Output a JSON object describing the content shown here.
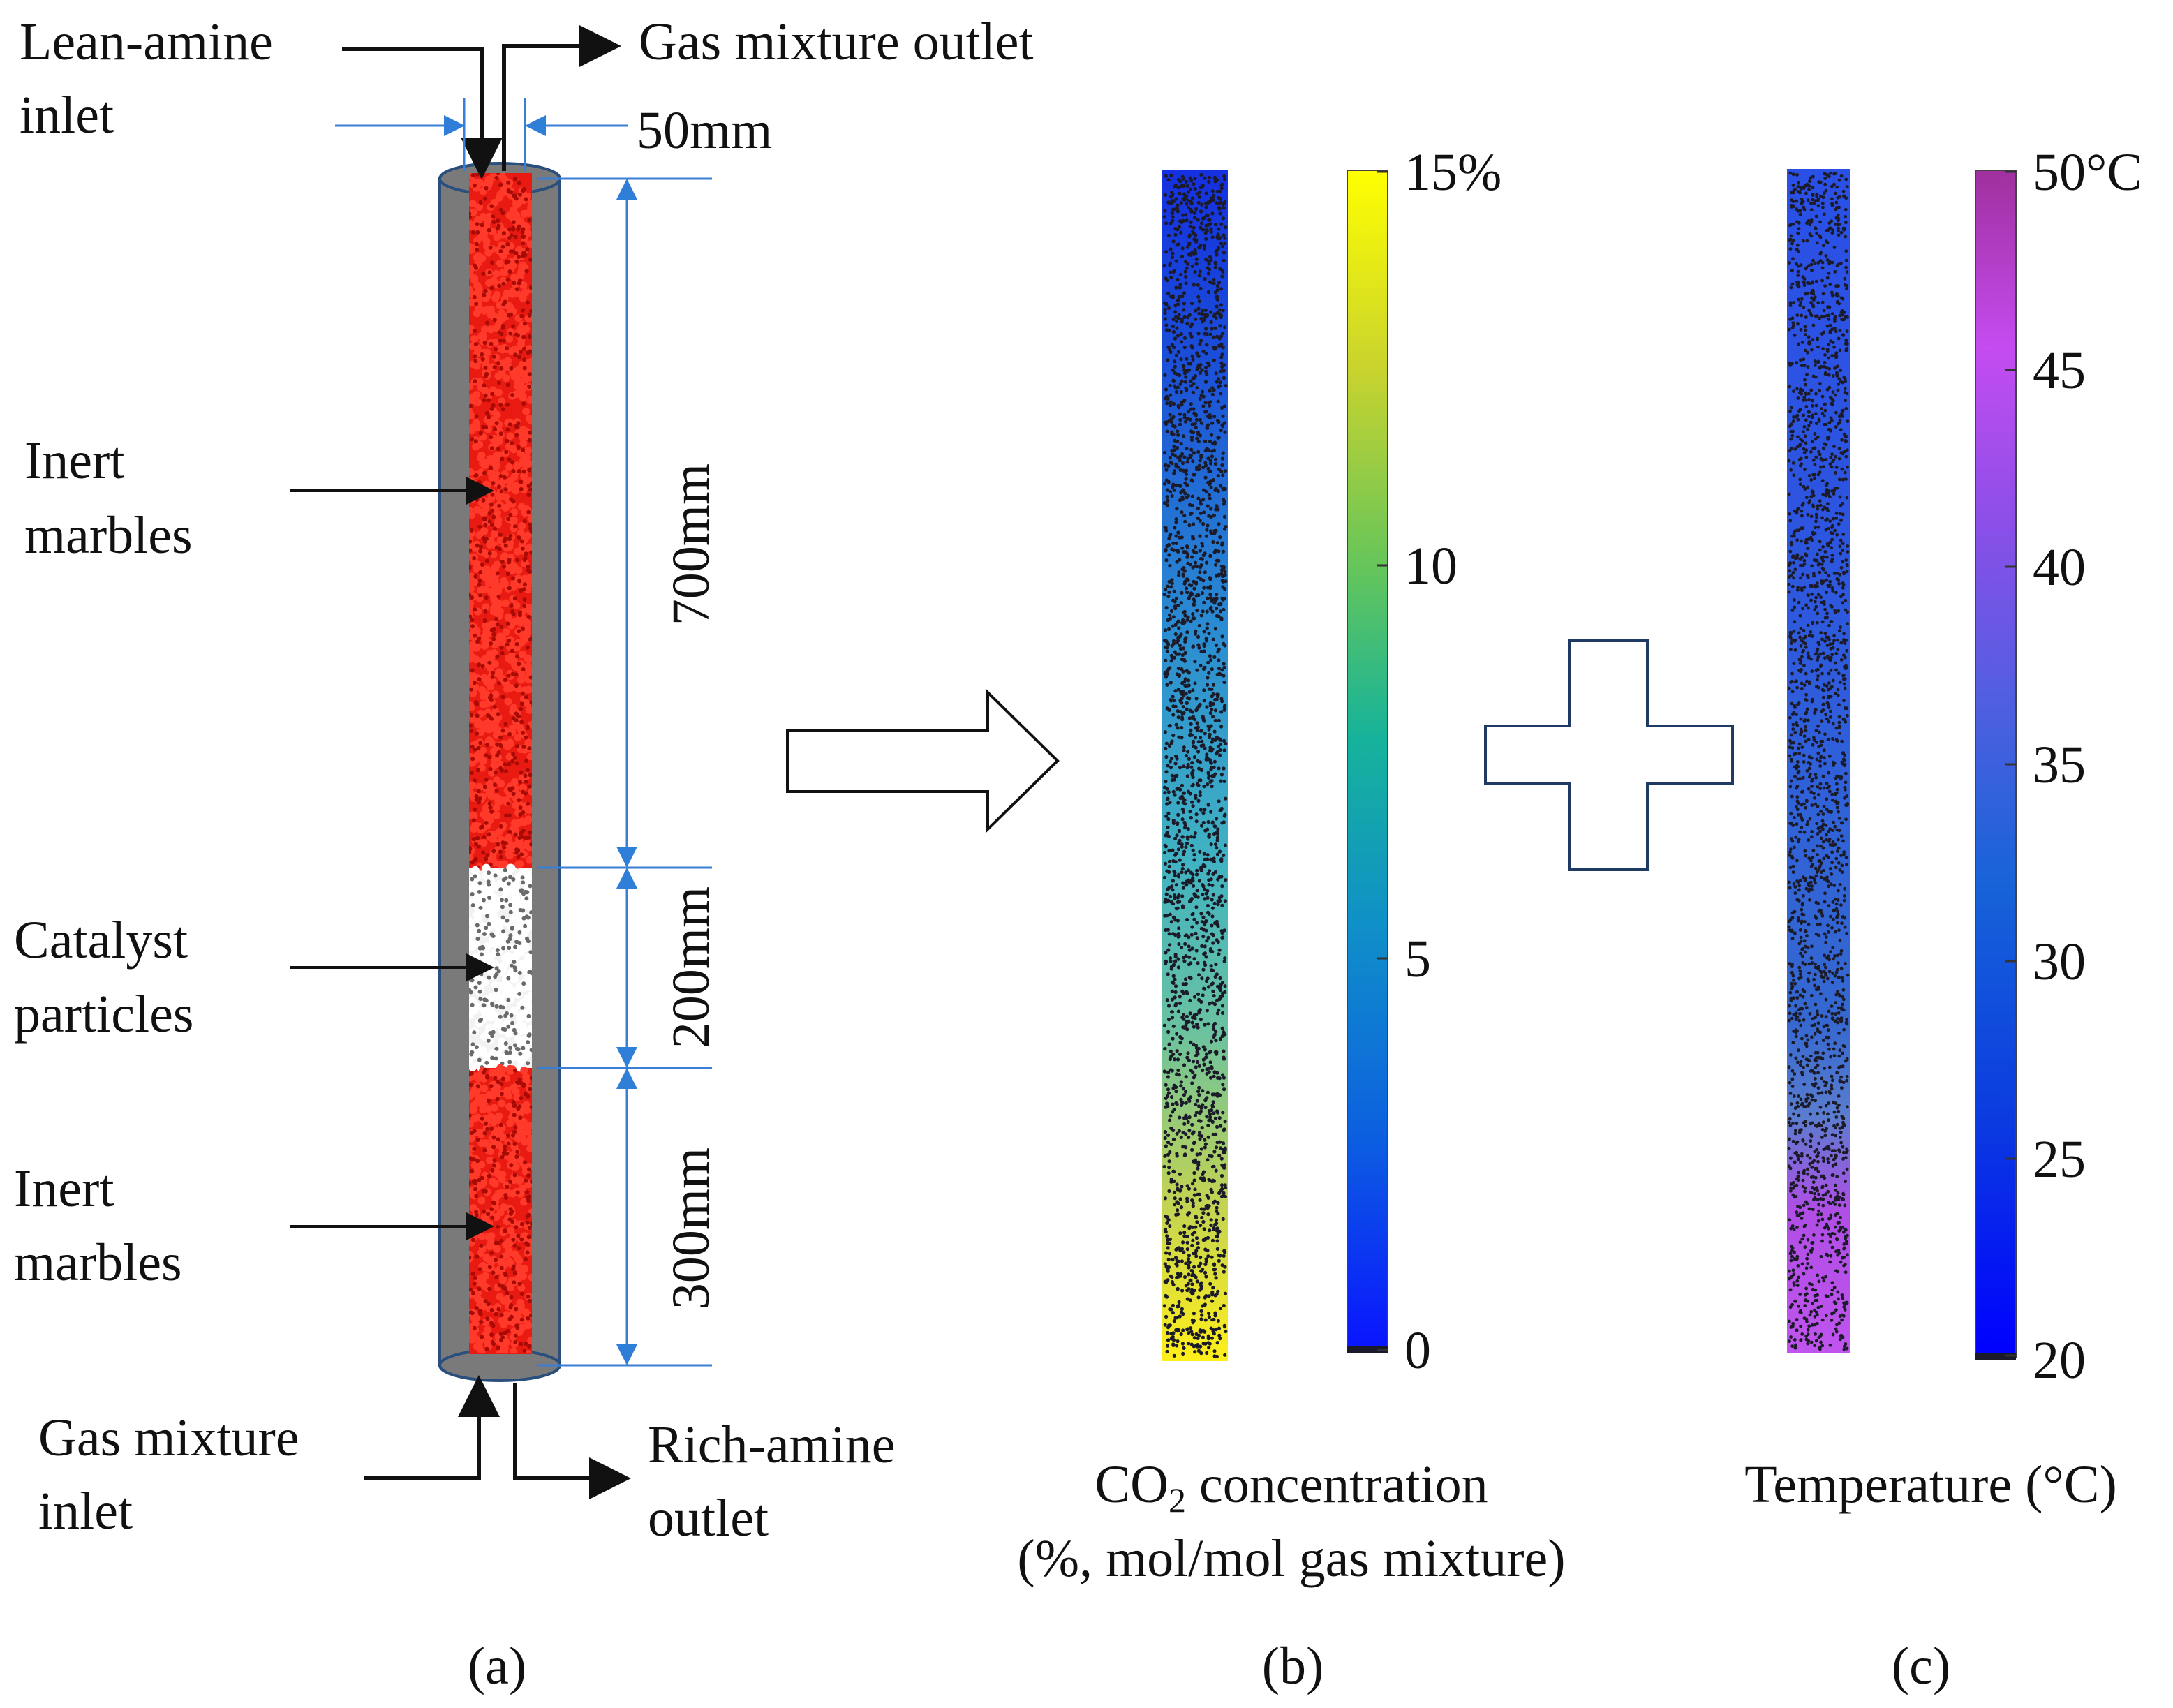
{
  "panel_a": {
    "labels": {
      "lean_inlet": [
        "Lean-amine",
        "inlet"
      ],
      "gas_outlet": "Gas mixture outlet",
      "diameter": "50mm",
      "inert_top": [
        "Inert",
        "marbles"
      ],
      "catalyst": [
        "Catalyst",
        "particles"
      ],
      "inert_bottom": [
        "Inert",
        "marbles"
      ],
      "gas_inlet": [
        "Gas mixture",
        "inlet"
      ],
      "rich_outlet": [
        "Rich-amine",
        "outlet"
      ],
      "dim_top": "700mm",
      "dim_mid": "200mm",
      "dim_bottom": "300mm"
    },
    "caption": "(a)",
    "colors": {
      "tube": "#7a7a7a",
      "inert": "#e81a12",
      "catalyst": "#f2f2f2",
      "dimension": "#3a7fd5"
    }
  },
  "panel_b": {
    "colorbar_ticks": [
      "15%",
      "10",
      "5",
      "0"
    ],
    "colorbar_values": [
      15,
      10,
      5,
      0
    ],
    "label_prefix": "CO",
    "label_sub": "2",
    "label_suffix": " concentration",
    "label_line2": "(%, mol/mol gas mixture)",
    "caption": "(b)",
    "colormap": [
      "#0a14ff",
      "#0c5fe0",
      "#1090c8",
      "#16b39a",
      "#63c55c",
      "#c8d32e",
      "#ffff00"
    ],
    "gradient_stops": [
      "#1530e0",
      "#1b4fd8",
      "#2a8bd2",
      "#41b3c2",
      "#69c2a0",
      "#bfd256",
      "#ffef1a"
    ]
  },
  "panel_c": {
    "colorbar_ticks": [
      "50°C",
      "45",
      "40",
      "35",
      "30",
      "25",
      "20"
    ],
    "colorbar_values": [
      50,
      45,
      40,
      35,
      30,
      25,
      20
    ],
    "label": "Temperature (°C)",
    "caption": "(c)",
    "colormap": [
      "#0000ff",
      "#0b3be0",
      "#1763d8",
      "#4f5fe0",
      "#8a4fe8",
      "#c44cf0",
      "#a0309e"
    ],
    "gradient_stops": [
      "#2a50e6",
      "#2d55e0",
      "#3062d8",
      "#3568d0",
      "#5a7dcf",
      "#b04ee6",
      "#c054ee"
    ]
  },
  "symbols": {
    "arrow": "block-arrow-right",
    "plus": "plus-outline"
  }
}
